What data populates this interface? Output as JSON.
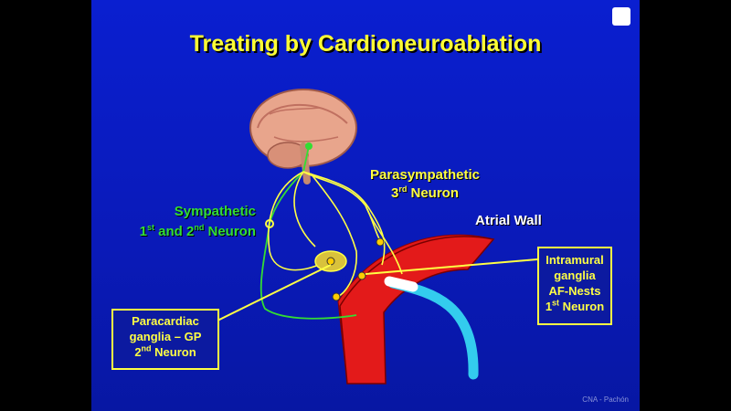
{
  "title": "Treating by Cardioneuroablation",
  "labels": {
    "sympathetic_line1": "Sympathetic",
    "sympathetic_line2_a": "1",
    "sympathetic_line2_sup1": "st",
    "sympathetic_line2_b": " and 2",
    "sympathetic_line2_sup2": "nd",
    "sympathetic_line2_c": " Neuron",
    "parasympathetic_line1": "Parasympathetic",
    "parasympathetic_line2_a": "3",
    "parasympathetic_line2_sup": "rd",
    "parasympathetic_line2_b": " Neuron",
    "atrial_wall": "Atrial Wall"
  },
  "paracardiac_box": {
    "line1": "Paracardiac",
    "line2": "ganglia – GP",
    "line3_a": "2",
    "line3_sup": "nd",
    "line3_b": " Neuron"
  },
  "intramural_box": {
    "line1": "Intramural",
    "line2": "ganglia",
    "line3": "AF-Nests",
    "line4_a": "1",
    "line4_sup": "st",
    "line4_b": " Neuron"
  },
  "footer": "CNA - Pachón",
  "icons": {
    "logo": "heart-logo-icon",
    "brain": "brain-illustration"
  },
  "colors": {
    "background": "#0a1fd0",
    "title": "#ffff33",
    "sympathetic": "#33dd33",
    "parasympathetic": "#ffff44",
    "atrial_wall": "#e01010",
    "catheter": "#33ccee"
  }
}
